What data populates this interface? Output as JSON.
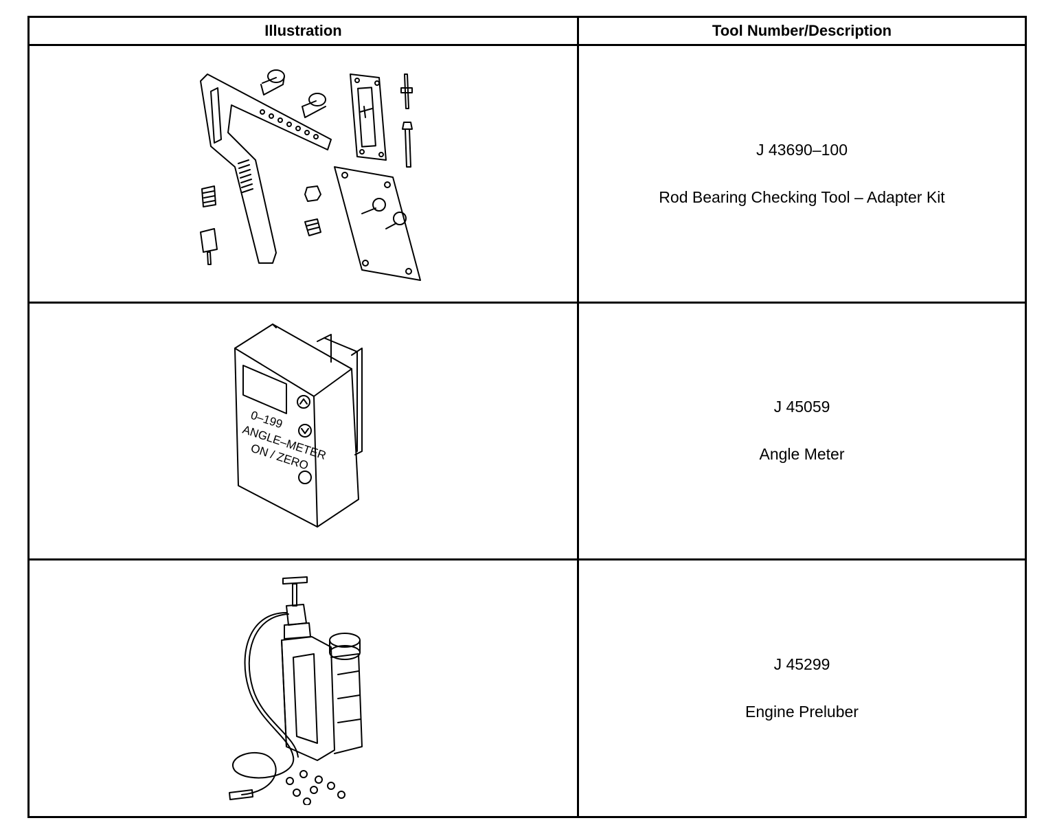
{
  "table": {
    "headers": {
      "illustration": "Illustration",
      "tool": "Tool Number/Description"
    },
    "rows": [
      {
        "tool_number": "J 43690–100",
        "description": "Rod Bearing Checking Tool – Adapter Kit",
        "illustration_icon": "rod-bearing-adapter-kit-icon"
      },
      {
        "tool_number": "J 45059",
        "description": "Angle Meter",
        "illustration_icon": "angle-meter-icon",
        "device_labels": {
          "range": "0–199",
          "name": "ANGLE–METER",
          "button": "ON / ZERO"
        }
      },
      {
        "tool_number": "J 45299",
        "description": "Engine Preluber",
        "illustration_icon": "engine-preluber-icon"
      }
    ]
  }
}
